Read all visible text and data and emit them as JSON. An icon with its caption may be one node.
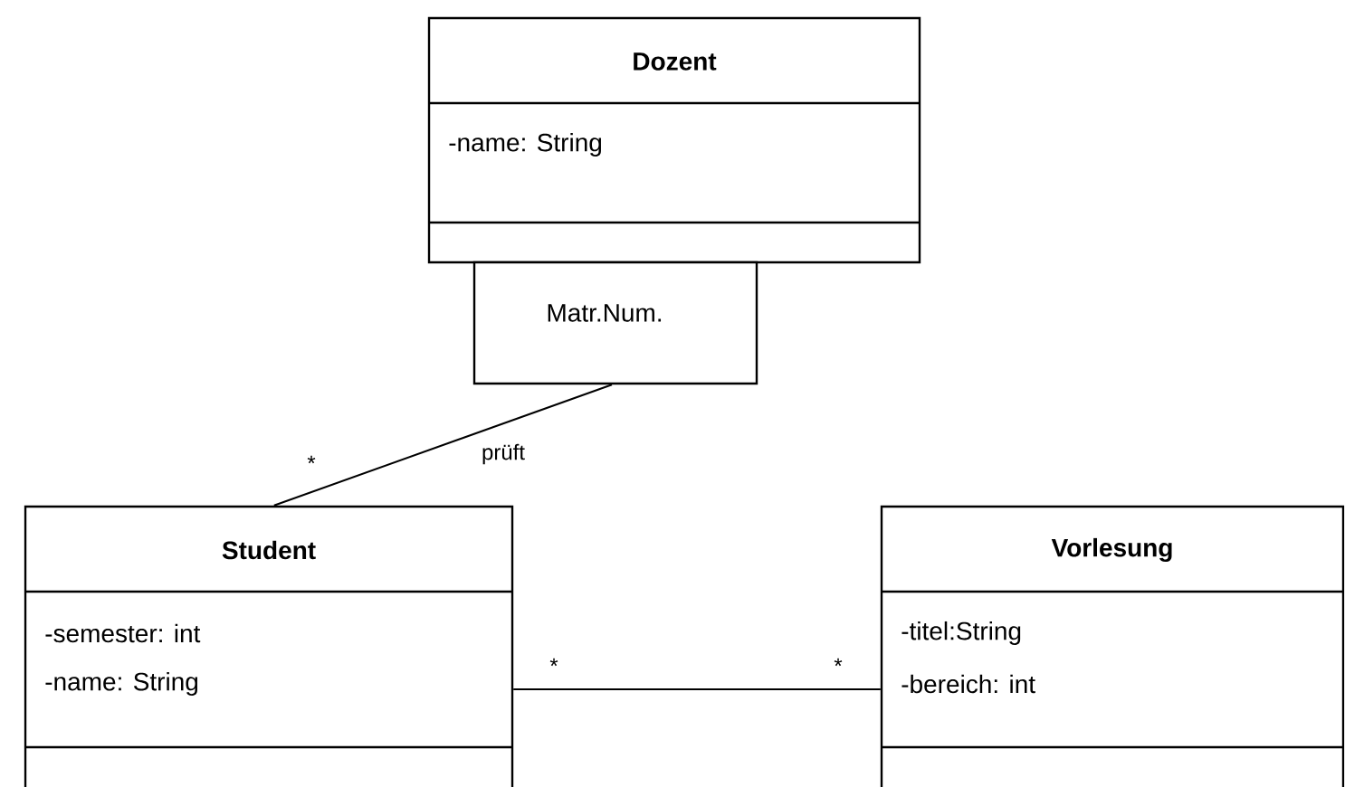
{
  "diagram": {
    "nodes": [
      {
        "text": [
          "Dozent",
          "-name: String"
        ]
      },
      {
        "text": [
          "Matr.Num."
        ]
      },
      {
        "text": [
          "Student",
          "-semester: int",
          "-name: String"
        ]
      },
      {
        "text": [
          "Vorlesung",
          "-titel:String",
          "-bereich: int"
        ]
      }
    ],
    "edges": [
      {
        "from": 1,
        "to": 2,
        "arrow": "none",
        "label": "prüft"
      },
      {
        "from": 2,
        "to": 3,
        "arrow": "none"
      }
    ],
    "labels": [
      "*",
      "*",
      "*"
    ]
  }
}
